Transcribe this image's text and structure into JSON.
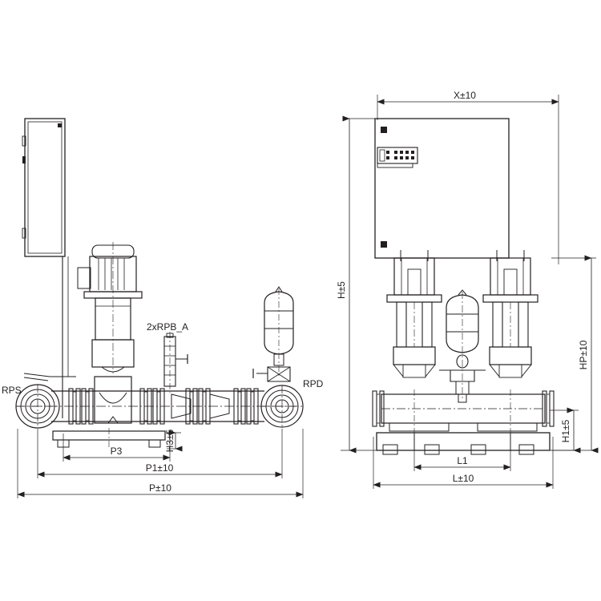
{
  "drawing": {
    "type": "technical-dimension-drawing",
    "subject": "pressure-booster-system",
    "background_color": "#ffffff",
    "line_color": "#231f20",
    "views": [
      {
        "id": "side-view",
        "name": "side view (left)"
      },
      {
        "id": "front-view",
        "name": "front view (right)"
      }
    ]
  },
  "side_view": {
    "port_labels": {
      "suction": "RPS",
      "discharge": "RPD"
    },
    "component_label": "2xRPB_A",
    "dimensions": {
      "h3": "H3±5",
      "p3": "P3",
      "p1": "P1±10",
      "p": "P±10"
    }
  },
  "front_view": {
    "dimensions": {
      "x": "X±10",
      "h": "H±5",
      "hp": "HP±10",
      "h1": "H1±5",
      "l1": "L1",
      "l": "L±10"
    }
  }
}
